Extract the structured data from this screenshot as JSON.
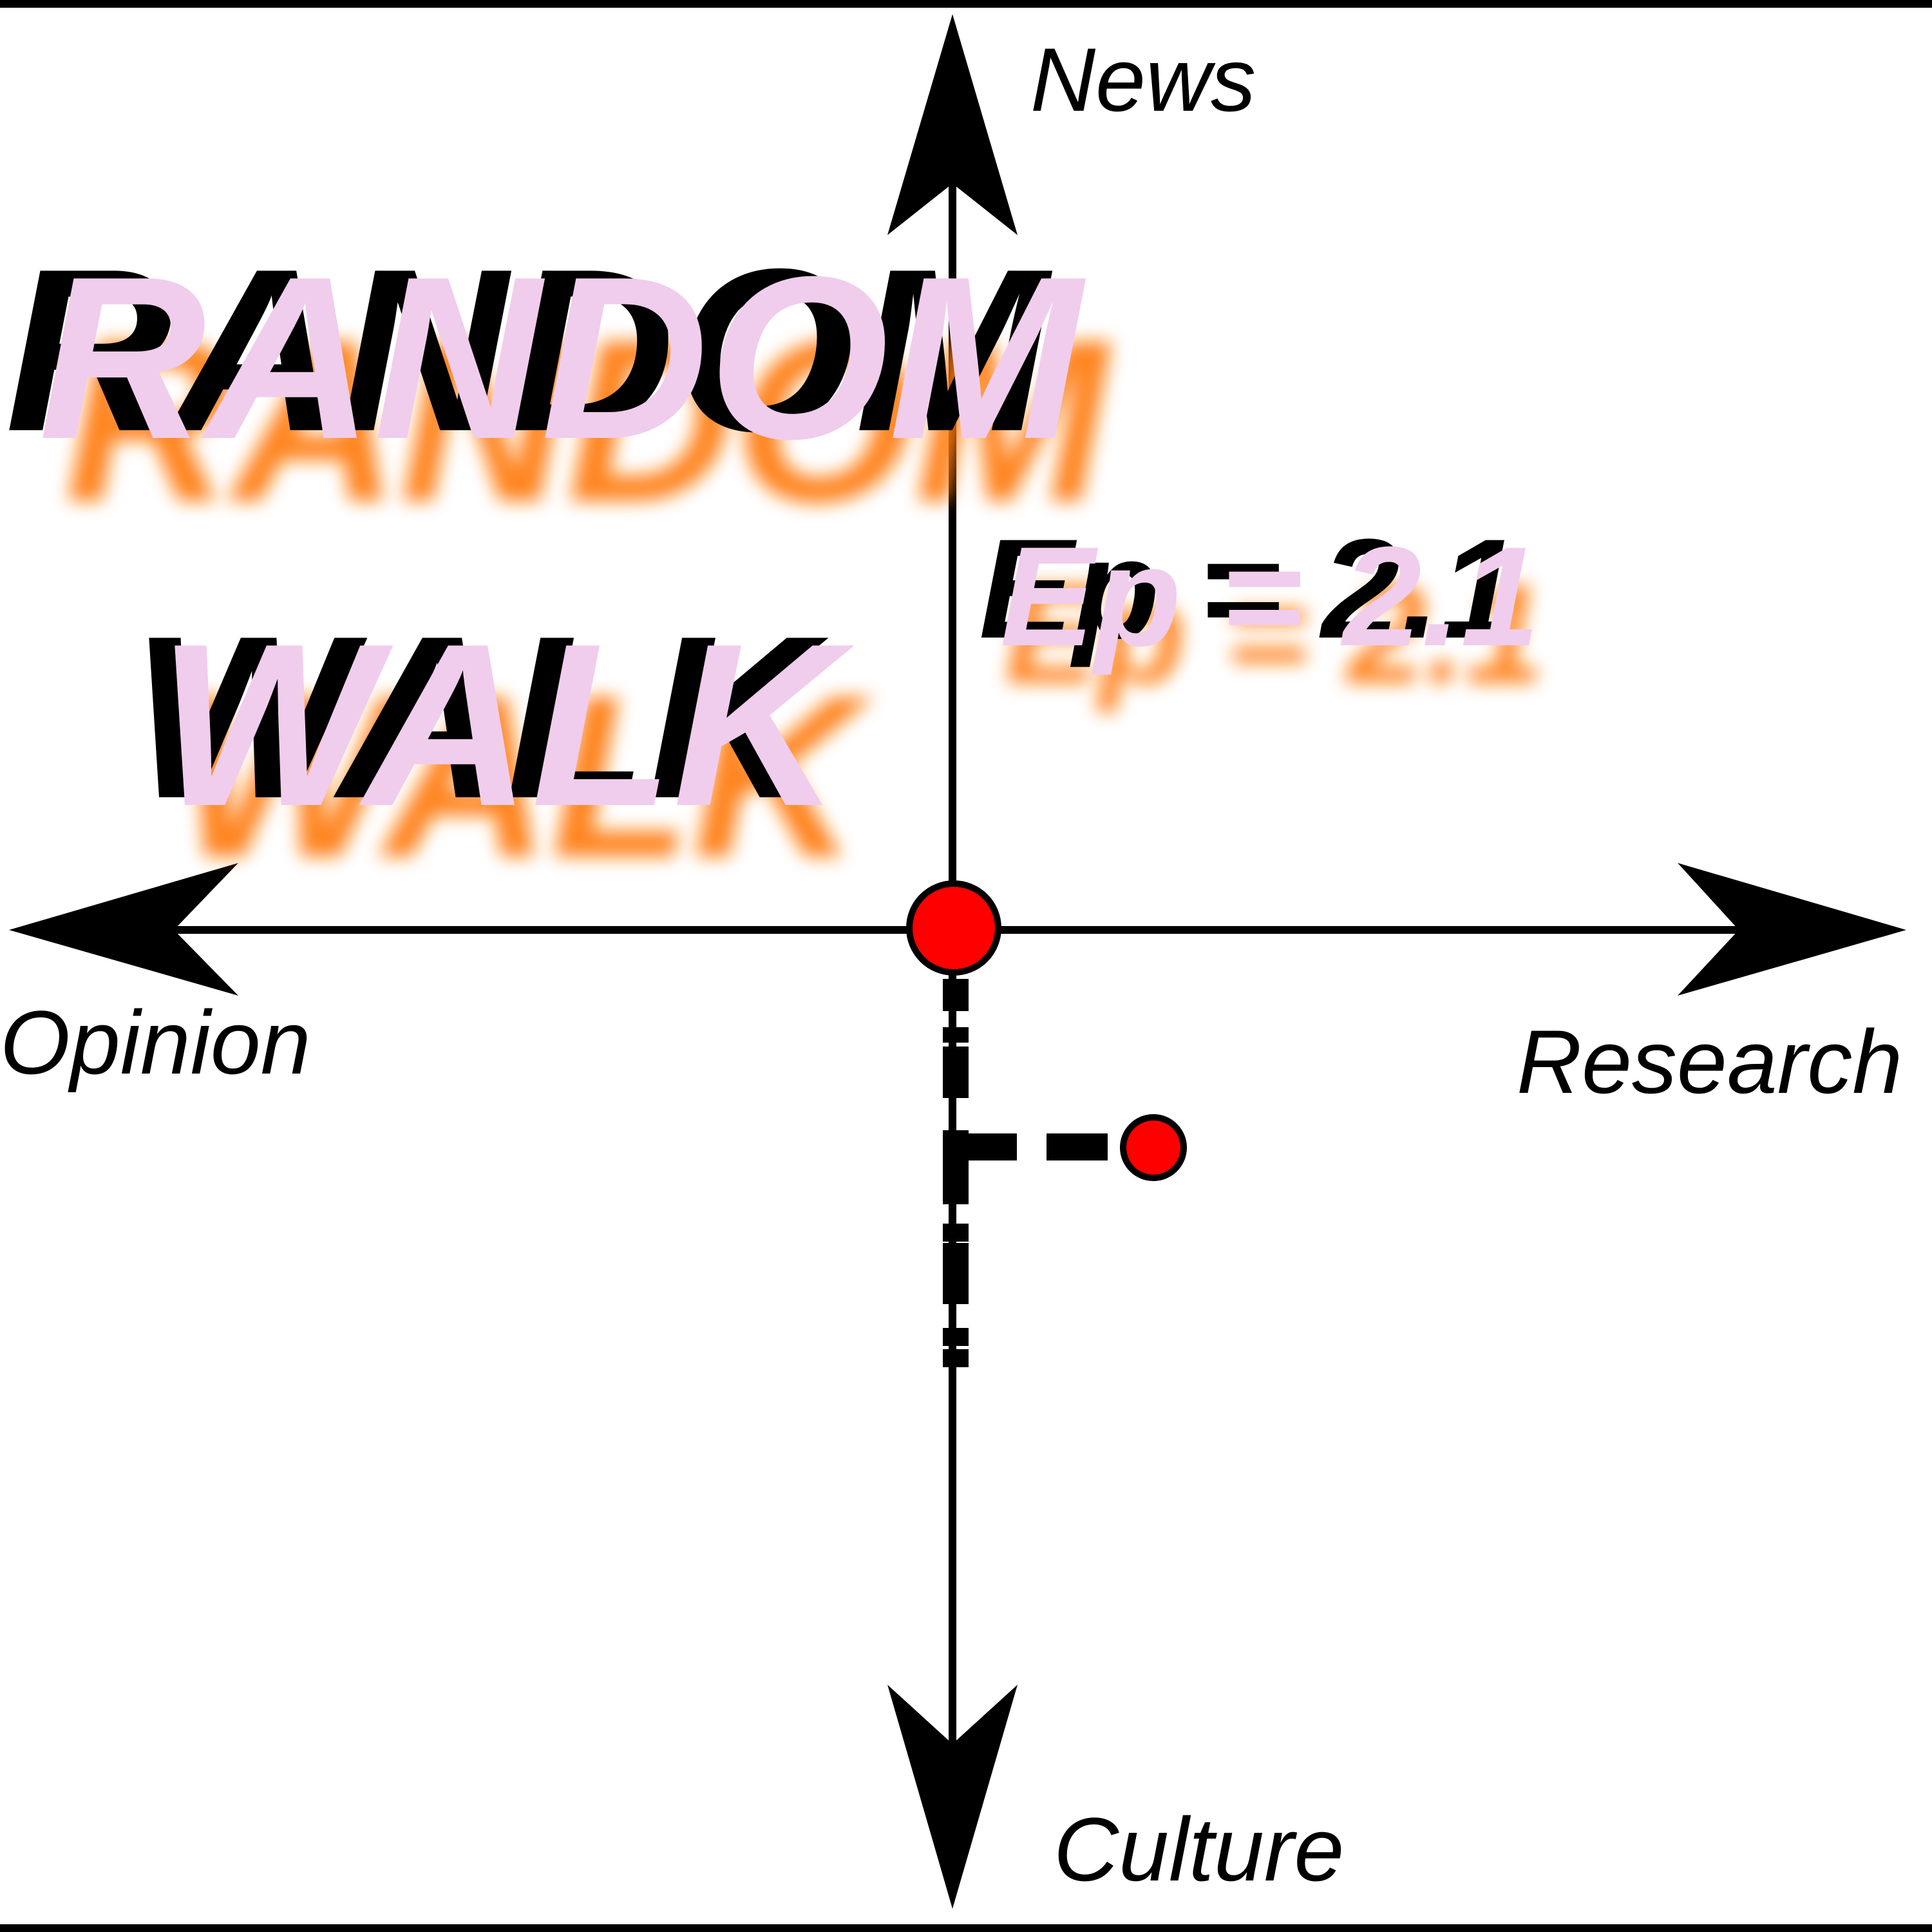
{
  "title": {
    "line1": "RANDOM",
    "line2": "WALK",
    "episode": "Ep = 2.1"
  },
  "axes": {
    "up": "News",
    "down": "Culture",
    "left": "Opinion",
    "right": "Research"
  },
  "colors": {
    "background": "#ffffff",
    "ink": "#000000",
    "title_fill": "#f0cdec",
    "title_glow": "#ff7a10",
    "point": "#ff0000"
  },
  "walk": {
    "steps": [
      "down",
      "down",
      "down",
      "down",
      "right"
    ]
  }
}
